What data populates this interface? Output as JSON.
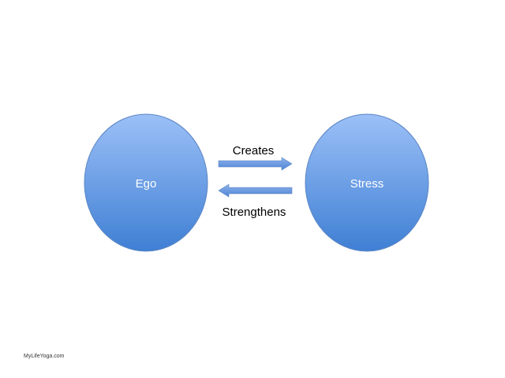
{
  "nodes": [
    {
      "id": "ego",
      "label": "Ego"
    },
    {
      "id": "stress",
      "label": "Stress"
    }
  ],
  "edges": [
    {
      "from": "ego",
      "to": "stress",
      "label": "Creates"
    },
    {
      "from": "stress",
      "to": "ego",
      "label": "Strengthens"
    }
  ],
  "credit": "MyLifeYoga.com",
  "colors": {
    "fill_light": "#9cc0f7",
    "fill_dark": "#3f7fd4",
    "stroke": "#5b86c4",
    "arrow_light": "#8fb2ea",
    "arrow_dark": "#4d84d6"
  }
}
